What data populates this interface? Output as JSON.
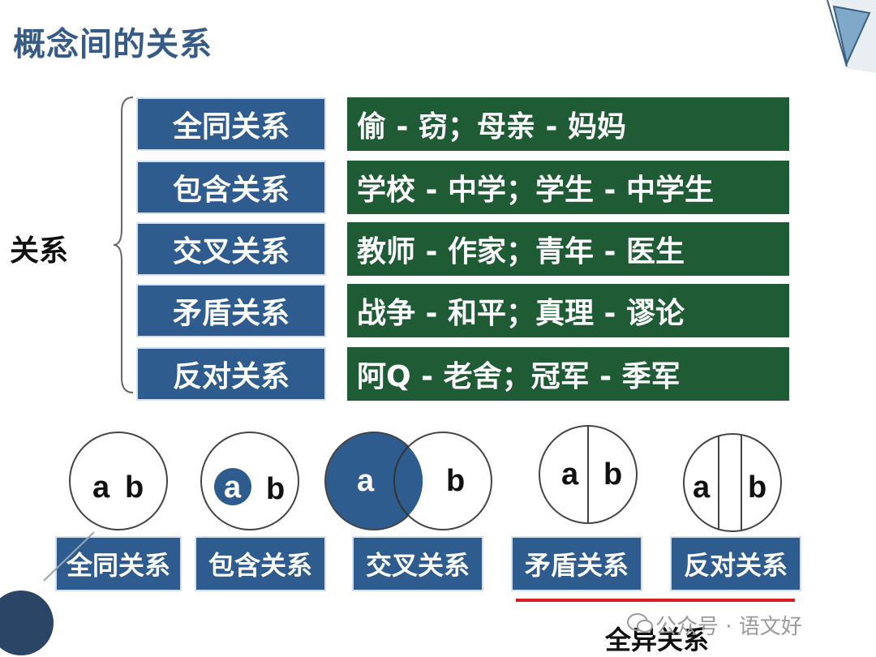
{
  "title": "概念间的关系",
  "group_label": "关系",
  "relations": [
    {
      "name": "全同关系",
      "example": "偷 - 窃；母亲 - 妈妈"
    },
    {
      "name": "包含关系",
      "example": "学校 - 中学；学生 - 中学生"
    },
    {
      "name": "交叉关系",
      "example": "教师 - 作家；青年 - 医生"
    },
    {
      "name": "矛盾关系",
      "example": "战争 - 和平；真理 - 谬论"
    },
    {
      "name": "反对关系",
      "example": "阿Q - 老舍；冠军 - 季军"
    }
  ],
  "diagrams": {
    "a": "a",
    "b": "b",
    "captions": [
      "全同关系",
      "包含关系",
      "交叉关系",
      "矛盾关系",
      "反对关系"
    ]
  },
  "bottom_label": "全异关系",
  "watermark": "公众号 · 语文好",
  "colors": {
    "title": "#355b86",
    "blue_box": "#2e5c8f",
    "green_box": "#1f5c36",
    "red_line": "#d62020"
  }
}
